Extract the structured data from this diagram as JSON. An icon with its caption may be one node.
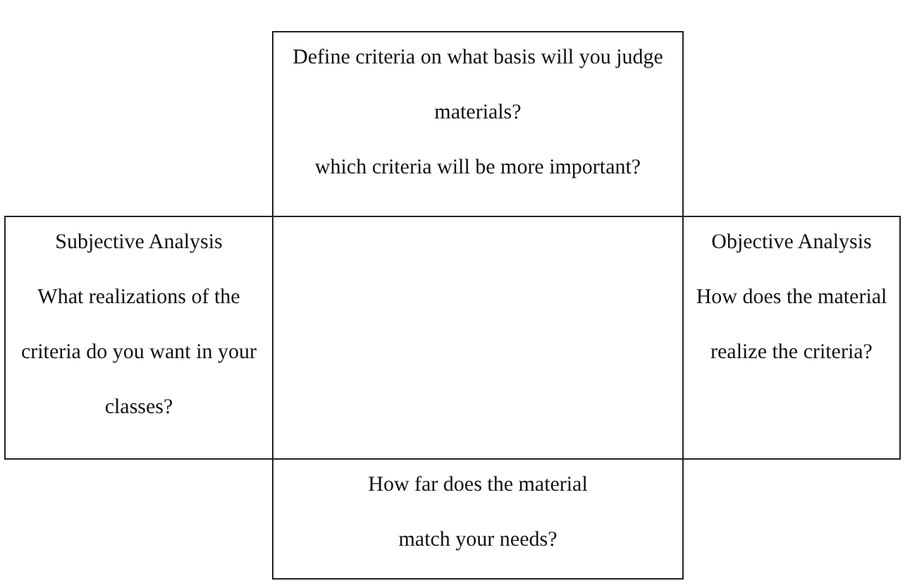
{
  "diagram": {
    "nodes": [
      {
        "text": [
          "Define criteria on what basis will you judge materials?",
          "which criteria will be more important?"
        ]
      },
      {
        "text": [
          "Subjective Analysis",
          "What realizations of the criteria do you want in your classes?"
        ]
      },
      {
        "text": [
          "Objective Analysis",
          "How does the material realize the criteria?"
        ]
      },
      {
        "text": [
          "How far does the material match your needs?"
        ]
      }
    ]
  }
}
